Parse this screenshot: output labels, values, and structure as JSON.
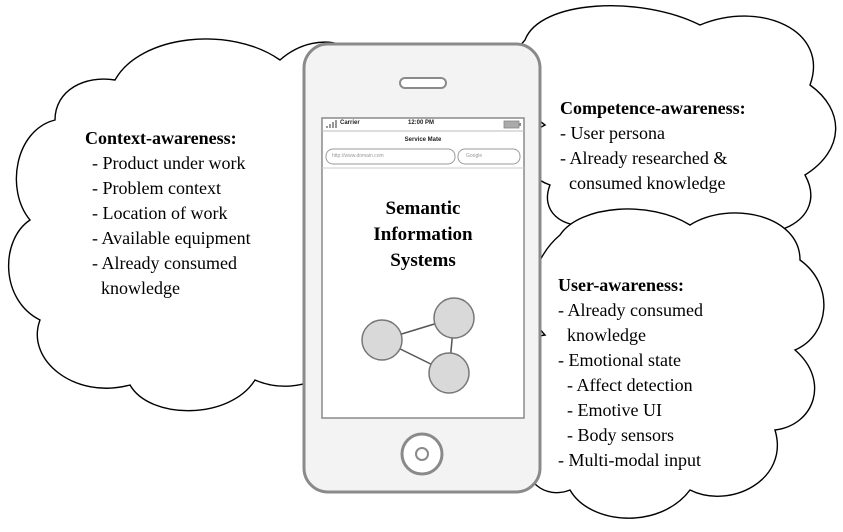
{
  "left_cloud": {
    "heading": "Context-awareness:",
    "items": [
      "- Product under work",
      "- Problem context",
      "- Location of work",
      "- Available equipment",
      "- Already consumed",
      "  knowledge"
    ]
  },
  "top_right_cloud": {
    "heading": "Competence-awareness:",
    "items": [
      "- User persona",
      "- Already researched &",
      "  consumed knowledge"
    ]
  },
  "bottom_right_cloud": {
    "heading": "User-awareness:",
    "items": [
      "- Already consumed",
      "  knowledge",
      "- Emotional state",
      "  - Affect detection",
      "  - Emotive UI",
      "  - Body sensors",
      "- Multi-modal input"
    ]
  },
  "phone": {
    "status_carrier": "Carrier",
    "status_time": "12:00 PM",
    "app_title": "Service Mate",
    "url_placeholder": "http://www.domain.com",
    "search_placeholder": "Google",
    "title_lines": [
      "Semantic",
      "Information",
      "Systems"
    ]
  },
  "colors": {
    "outline": "#8a8a8a",
    "node_fill": "#d9d9d9",
    "phone_frame": "#f3f3f3"
  }
}
